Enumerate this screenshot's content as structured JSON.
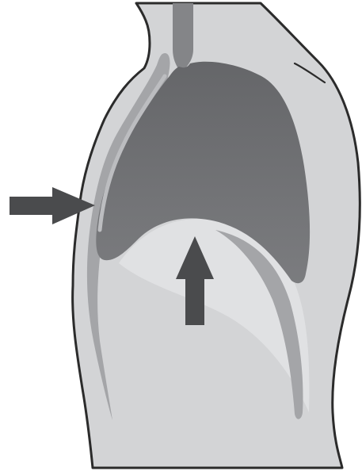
{
  "colors": {
    "background": "#ffffff",
    "body_fill": "#d3d4d6",
    "outline": "#2b2b2b",
    "lung_dark": "#6d6e71",
    "trachea": "#848588",
    "pleura_light": "#a4a5a8",
    "diaphragm_highlight": "#e4e5e7",
    "arrow": "#4a4b4d"
  },
  "figure": {
    "subject": "torso-lateral-cross-section",
    "arrows": [
      {
        "name": "side-pressure-arrow",
        "direction": "right"
      },
      {
        "name": "upward-pressure-arrow",
        "direction": "up"
      }
    ]
  }
}
